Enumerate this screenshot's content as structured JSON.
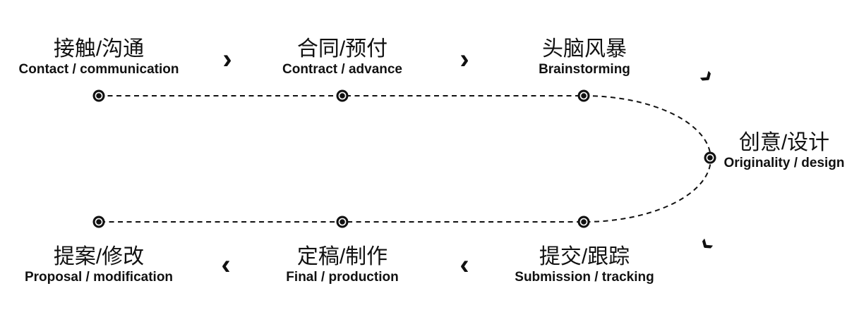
{
  "diagram": {
    "background": "#ffffff",
    "ink": "#111111",
    "steps": [
      {
        "zh": "接触/沟通",
        "en": "Contact / communication"
      },
      {
        "zh": "合同/预付",
        "en": "Contract / advance"
      },
      {
        "zh": "头脑风暴",
        "en": "Brainstorming"
      },
      {
        "zh": "创意/设计",
        "en": "Originality / design"
      },
      {
        "zh": "提交/跟踪",
        "en": "Submission / tracking"
      },
      {
        "zh": "定稿/制作",
        "en": "Final / production"
      },
      {
        "zh": "提案/修改",
        "en": "Proposal / modification"
      }
    ],
    "arrows": {
      "right": "›",
      "left": "‹"
    }
  }
}
